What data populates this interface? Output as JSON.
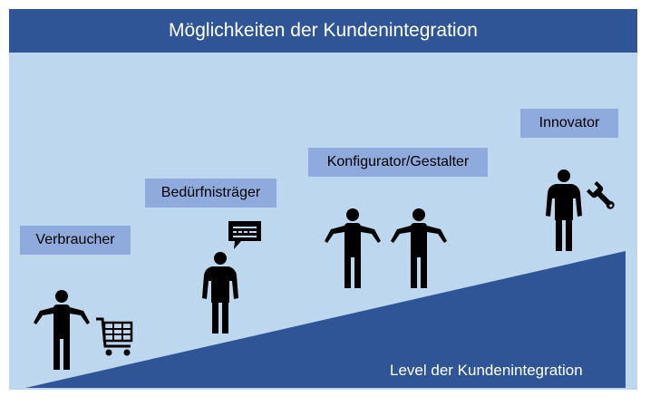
{
  "title": "Möglichkeiten der Kundenintegration",
  "stages": [
    {
      "label": "Verbraucher",
      "icon": "shopping-cart-icon"
    },
    {
      "label": "Bedürfnisträger",
      "icon": "speech-bubble-icon"
    },
    {
      "label": "Konfigurator/Gestalter",
      "icon": "person-pair-icon"
    },
    {
      "label": "Innovator",
      "icon": "wrench-icon"
    }
  ],
  "level_label": "Level der Kundenintegration",
  "colors": {
    "title_bar": "#2f5597",
    "background": "#bdd7ee",
    "ramp": "#2f5597",
    "label_box": "#8faadc",
    "figure": "#000000"
  }
}
